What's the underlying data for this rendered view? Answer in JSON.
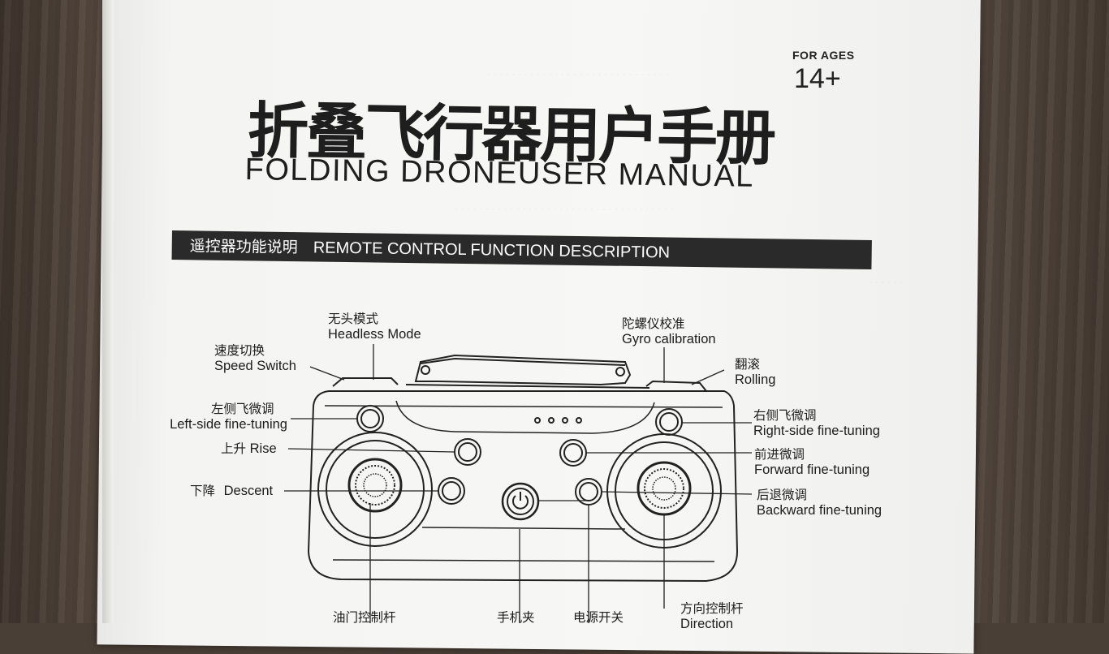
{
  "age": {
    "label": "FOR AGES",
    "value": "14+"
  },
  "title": {
    "chinese": "折叠飞行器用户手册",
    "english": "FOLDING  DRONEUSER MANUAL"
  },
  "section_banner": {
    "chinese": "遥控器功能说明",
    "english": "REMOTE CONTROL FUNCTION DESCRIPTION"
  },
  "callouts": {
    "headless": {
      "cn": "无头模式",
      "en": "Headless Mode"
    },
    "speed": {
      "cn": "速度切换",
      "en": "Speed Switch"
    },
    "left_trim": {
      "cn": "左侧飞微调",
      "en": "Left-side fine-tuning"
    },
    "rise": {
      "cn": "上升",
      "en": "Rise"
    },
    "descent": {
      "cn": "下降",
      "en": "Descent"
    },
    "gyro": {
      "cn": "陀螺仪校准",
      "en": "Gyro calibration"
    },
    "rolling": {
      "cn": "翻滚",
      "en": "Rolling"
    },
    "right_trim": {
      "cn": "右侧飞微调",
      "en": "Right-side fine-tuning"
    },
    "forward_trim": {
      "cn": "前进微调",
      "en": "Forward fine-tuning"
    },
    "backward_trim": {
      "cn": "后退微调",
      "en": "Backward fine-tuning"
    },
    "throttle": {
      "cn": "油门控制杆"
    },
    "phone_holder": {
      "cn": "手机夹"
    },
    "power": {
      "cn": "电源开关"
    },
    "direction": {
      "cn": "方向控制杆",
      "en": "Direction"
    }
  },
  "colors": {
    "ink": "#1c1c1c",
    "banner": "#2a2a2a",
    "paper": "#f5f5f3",
    "table": "#4a3f37"
  }
}
